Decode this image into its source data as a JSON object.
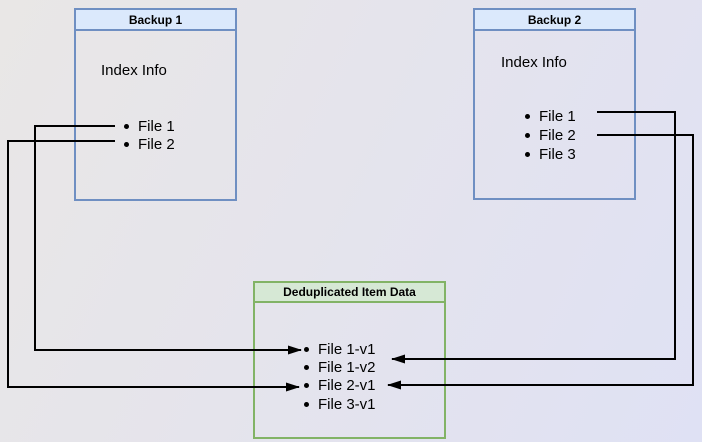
{
  "diagram": {
    "description": "Backup deduplication diagram: two backup index boxes pointing into a shared deduplicated item data store",
    "backup1": {
      "title": "Backup 1",
      "subtitle": "Index Info",
      "items": [
        "File 1",
        "File 2"
      ]
    },
    "backup2": {
      "title": "Backup 2",
      "subtitle": "Index Info",
      "items": [
        "File 1",
        "File 2",
        "File 3"
      ]
    },
    "dedup": {
      "title": "Deduplicated Item Data",
      "items": [
        "File 1-v1",
        "File 1-v2",
        "File 2-v1",
        "File 3-v1"
      ]
    },
    "arrows": [
      {
        "from": "Backup 1 / File 1",
        "to": "File 1-v1"
      },
      {
        "from": "Backup 1 / File 2",
        "to": "File 2-v1"
      },
      {
        "from": "Backup 2 / File 1",
        "to": "File 1-v2"
      },
      {
        "from": "Backup 2 / File 2",
        "to": "File 2-v1"
      }
    ],
    "colors": {
      "backup_header_fill": "#dbe9fc",
      "backup_border": "#6f8fc2",
      "dedup_header_fill": "#d6e8d5",
      "dedup_border": "#82b366",
      "arrow": "#000000",
      "text": "#000000"
    }
  }
}
